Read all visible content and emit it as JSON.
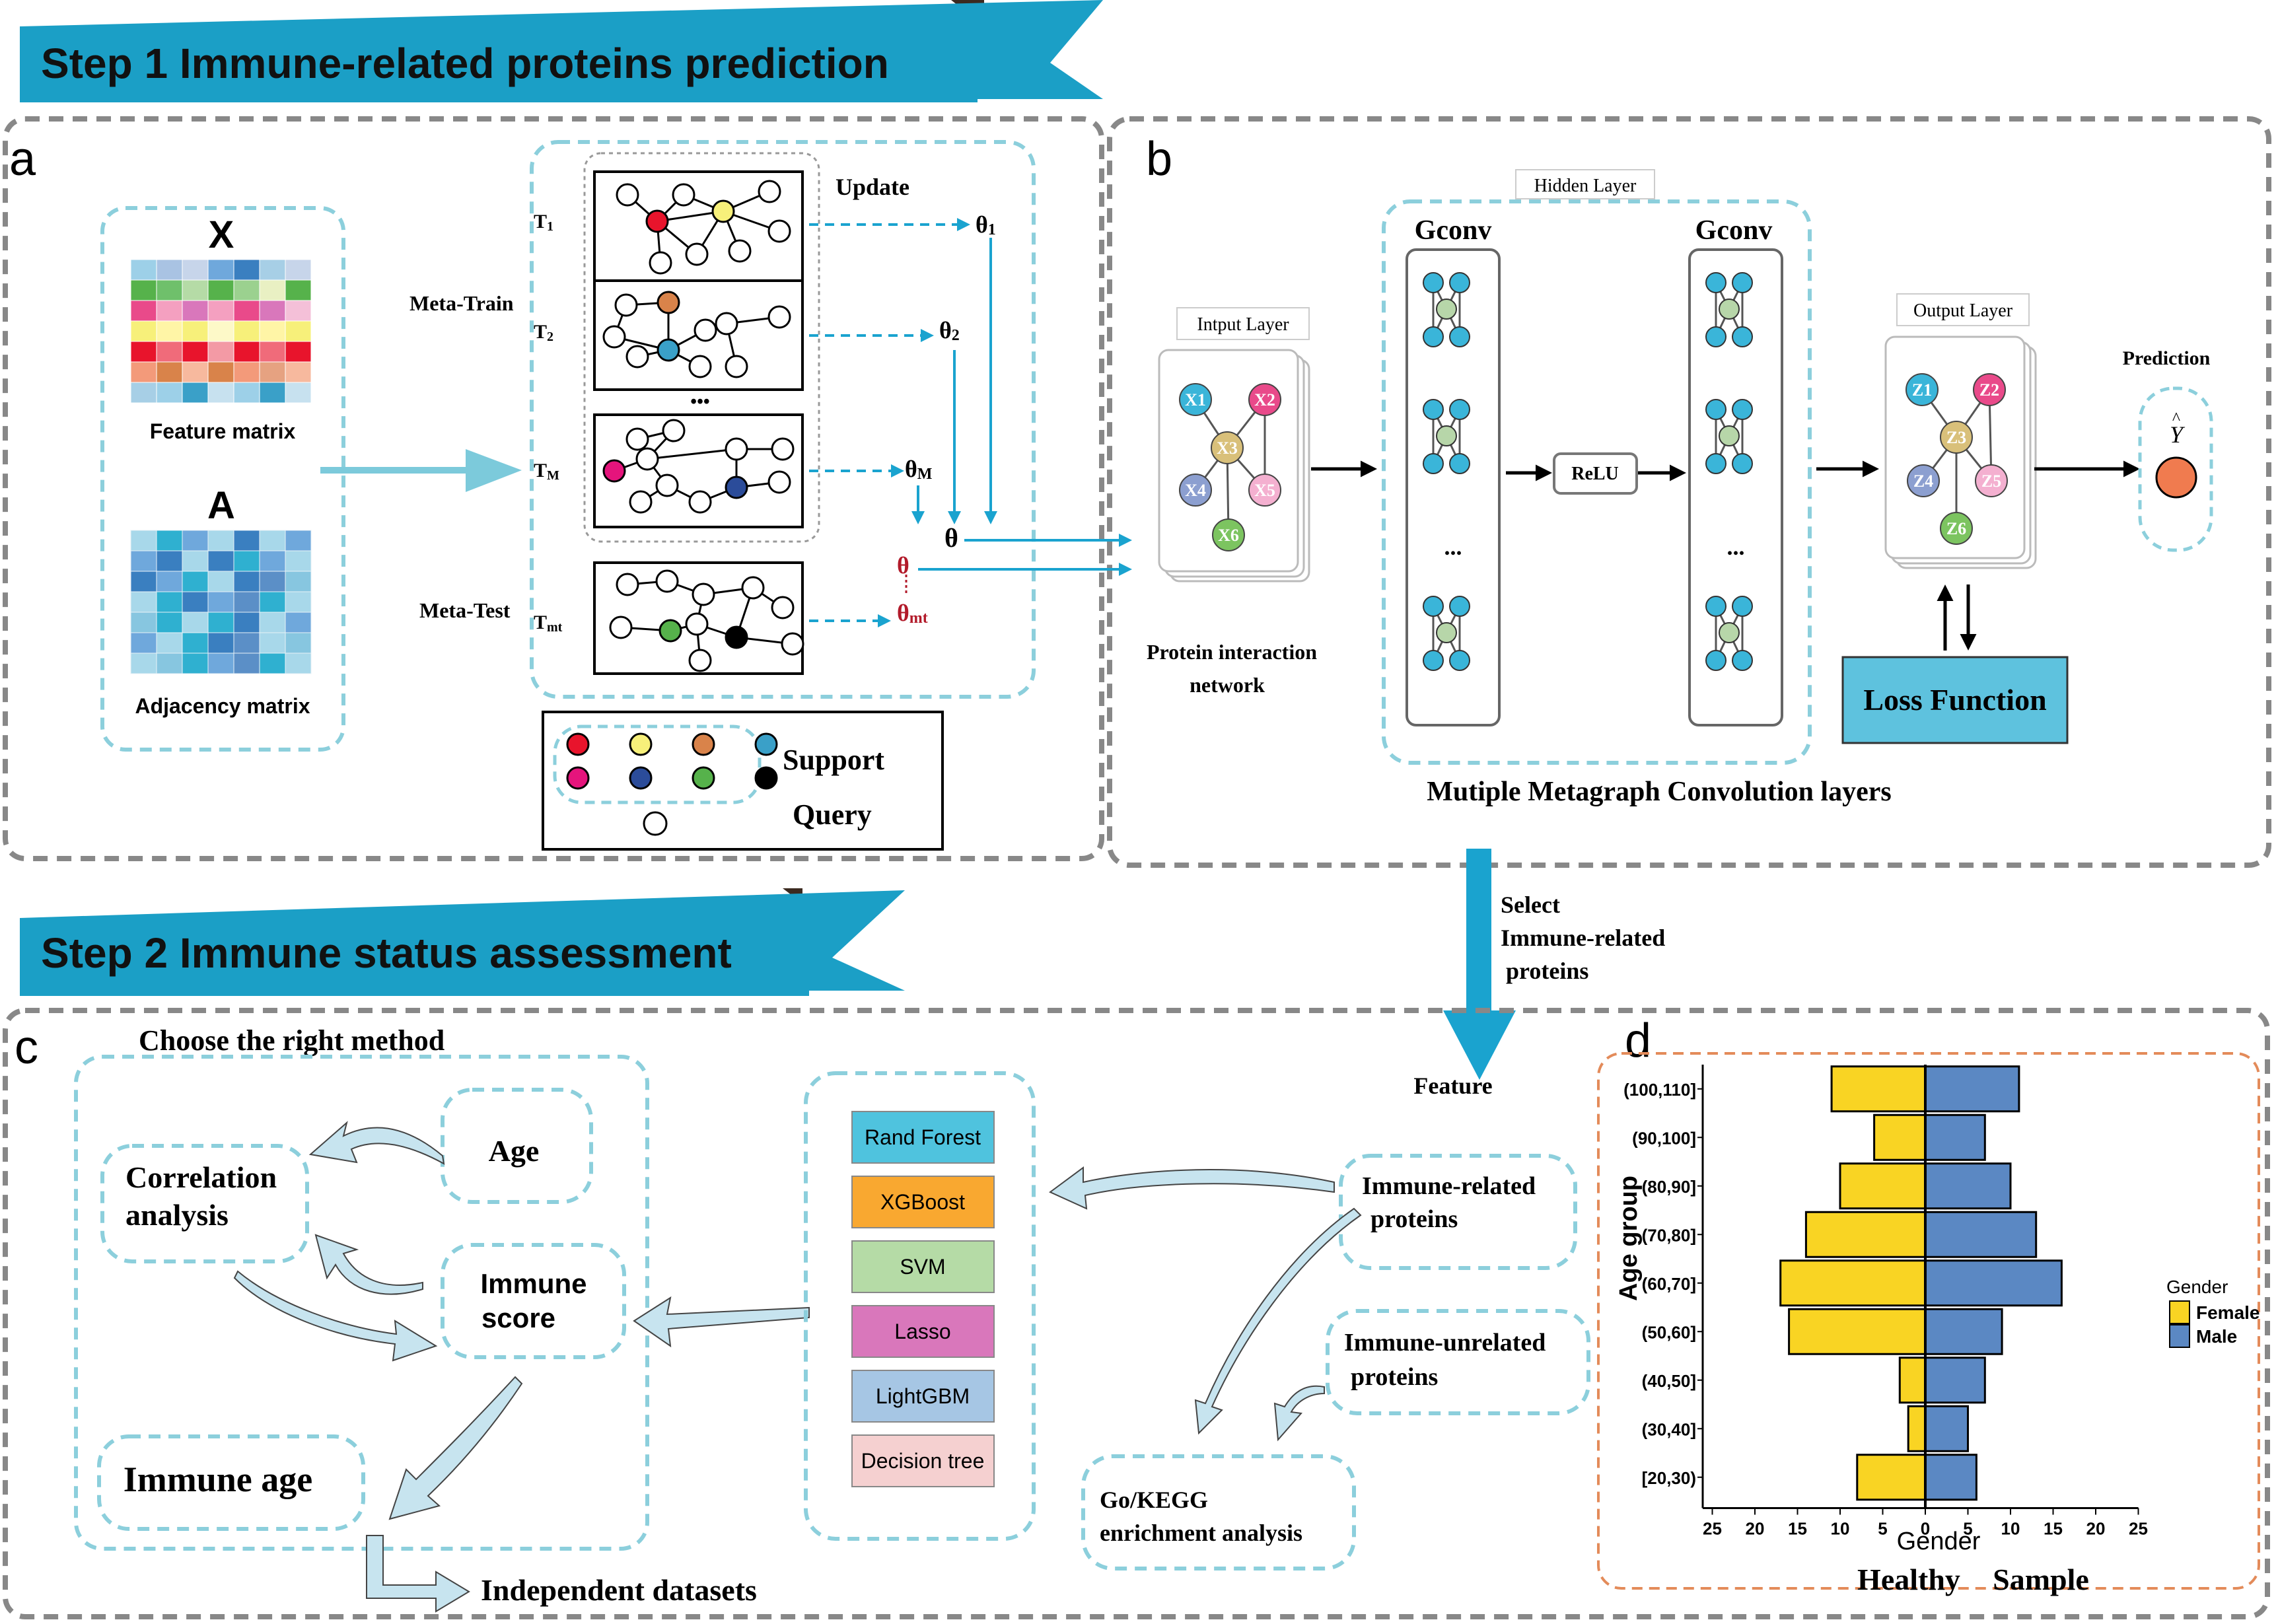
{
  "step1": {
    "title": "Step 1 Immune-related proteins prediction",
    "color": "#1b9fc6"
  },
  "step2": {
    "title": "Step 2 Immune status assessment",
    "color": "#1b9fc6"
  },
  "panel_labels": {
    "a": "a",
    "b": "b",
    "c": "c",
    "d": "d"
  },
  "panel_a": {
    "x_label": "X",
    "feature_matrix": "Feature matrix",
    "a_label": "A",
    "adjacency_matrix": "Adjacency matrix",
    "meta_train": "Meta-Train",
    "meta_test": "Meta-Test",
    "update": "Update",
    "tasks": [
      "T",
      "T",
      "T",
      "T"
    ],
    "task_subs": [
      "1",
      "2",
      "M",
      "mt"
    ],
    "thetas": [
      "θ",
      "θ",
      "θ"
    ],
    "theta_subs": [
      "1",
      "2",
      "M"
    ],
    "theta": "θ",
    "theta_red": "θ",
    "theta_mt": "θ",
    "theta_mt_sub": "mt",
    "ellipsis": "•••",
    "legend_support": "Support",
    "legend_query": "Query",
    "feature_colors": [
      "#3aa0c8",
      "#9dd0e8",
      "#e94a8a",
      "#f4a0c0",
      "#f7f07a",
      "#e8142c",
      "#f39a7a",
      "#d9834a",
      "#a7cfe6",
      "#56b24b"
    ],
    "adjacency_colors": [
      "#3a7fc0",
      "#2fb0d0",
      "#a8d8ea",
      "#6fa8dc",
      "#5b8fc7",
      "#87c6e0"
    ]
  },
  "panel_b": {
    "hidden_layer": "Hidden Layer",
    "gconv": [
      "Gconv",
      "Gconv"
    ],
    "input_layer": "Intput Layer",
    "input_nodes": [
      "X1",
      "X2",
      "X3",
      "X4",
      "X5",
      "X6"
    ],
    "protein_network": [
      "Protein interaction",
      "network"
    ],
    "relu": "ReLU",
    "dots": "...",
    "output_layer": "Output Layer",
    "output_nodes": [
      "Z1",
      "Z2",
      "Z3",
      "Z4",
      "Z5",
      "Z6"
    ],
    "prediction": "Prediction",
    "y_hat": "Y",
    "loss_function": "Loss Function",
    "caption": "Mutiple Metagraph Convolution layers"
  },
  "select": {
    "lines": [
      "Select",
      "Immune-related",
      "proteins"
    ]
  },
  "panel_c": {
    "choose_method": "Choose the right method",
    "age": "Age",
    "correlation": [
      "Correlation",
      "analysis"
    ],
    "immune_score": [
      "Immune",
      "score"
    ],
    "immune_age": "Immune age",
    "independent": "Independent datasets",
    "models": [
      "Rand Forest",
      "XGBoost",
      "SVM",
      "Lasso",
      "LightGBM",
      "Decision tree"
    ],
    "model_colors": [
      "#4fc3de",
      "#f9a830",
      "#b5dba6",
      "#d977bb",
      "#a6c6e4",
      "#f5d0d0"
    ],
    "feature": "Feature",
    "immune_related": [
      "Immune-related",
      "proteins"
    ],
    "immune_unrelated": [
      "Immune-unrelated",
      "proteins"
    ],
    "go_kegg": [
      "Go/KEGG",
      "enrichment analysis"
    ]
  },
  "chart_data": {
    "type": "bar",
    "categories": [
      "[20,30)",
      "(30,40]",
      "(40,50]",
      "(50,60]",
      "(60,70]",
      "(70,80]",
      "(80,90]",
      "(90,100]",
      "(100,110]"
    ],
    "series": [
      {
        "name": "Female",
        "values": [
          8,
          2,
          3,
          16,
          17,
          14,
          10,
          6,
          11
        ],
        "color": "#f9d423"
      },
      {
        "name": "Male",
        "values": [
          6,
          5,
          7,
          9,
          16,
          13,
          10,
          7,
          11
        ],
        "color": "#5b88c3"
      }
    ],
    "xlabel": "Gender",
    "ylabel": "Age group",
    "xlim": [
      -25,
      25
    ],
    "x_ticks": [
      "25",
      "20",
      "15",
      "10",
      "5",
      "0",
      "5",
      "10",
      "15",
      "20",
      "25"
    ],
    "legend_title": "Gender",
    "legend_position": "right",
    "footer": [
      "Healthy",
      "Sample"
    ]
  }
}
